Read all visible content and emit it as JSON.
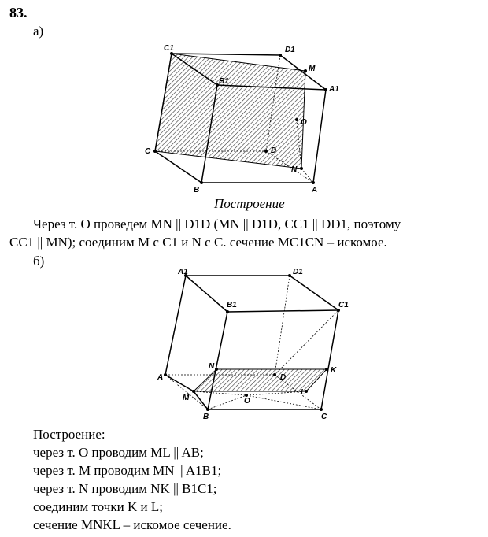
{
  "problem_number": "83.",
  "part_a": {
    "label": "а)",
    "caption": "Построение",
    "points": [
      "C1",
      "D1",
      "M",
      "B1",
      "A1",
      "O",
      "C",
      "D",
      "N",
      "B",
      "A"
    ],
    "text_line1": "Через т. O проведем MN || D1D (MN || D1D, CC1 || DD1, поэтому",
    "text_line2": "CC1 || MN); соединим M с C1 и N с C. сечение MC1CN – искомое."
  },
  "part_b": {
    "label": "б)",
    "points": [
      "A1",
      "D1",
      "B1",
      "C1",
      "A",
      "N",
      "D",
      "K",
      "M",
      "O",
      "L",
      "B",
      "C"
    ],
    "steps": [
      "Построение:",
      "через т. O проводим ML || AB;",
      "через т. M проводим MN || A1B1;",
      "через т. N проводим NK || B1C1;",
      "соединим точки K и L;",
      "сечение MNKL – искомое сечение."
    ]
  }
}
